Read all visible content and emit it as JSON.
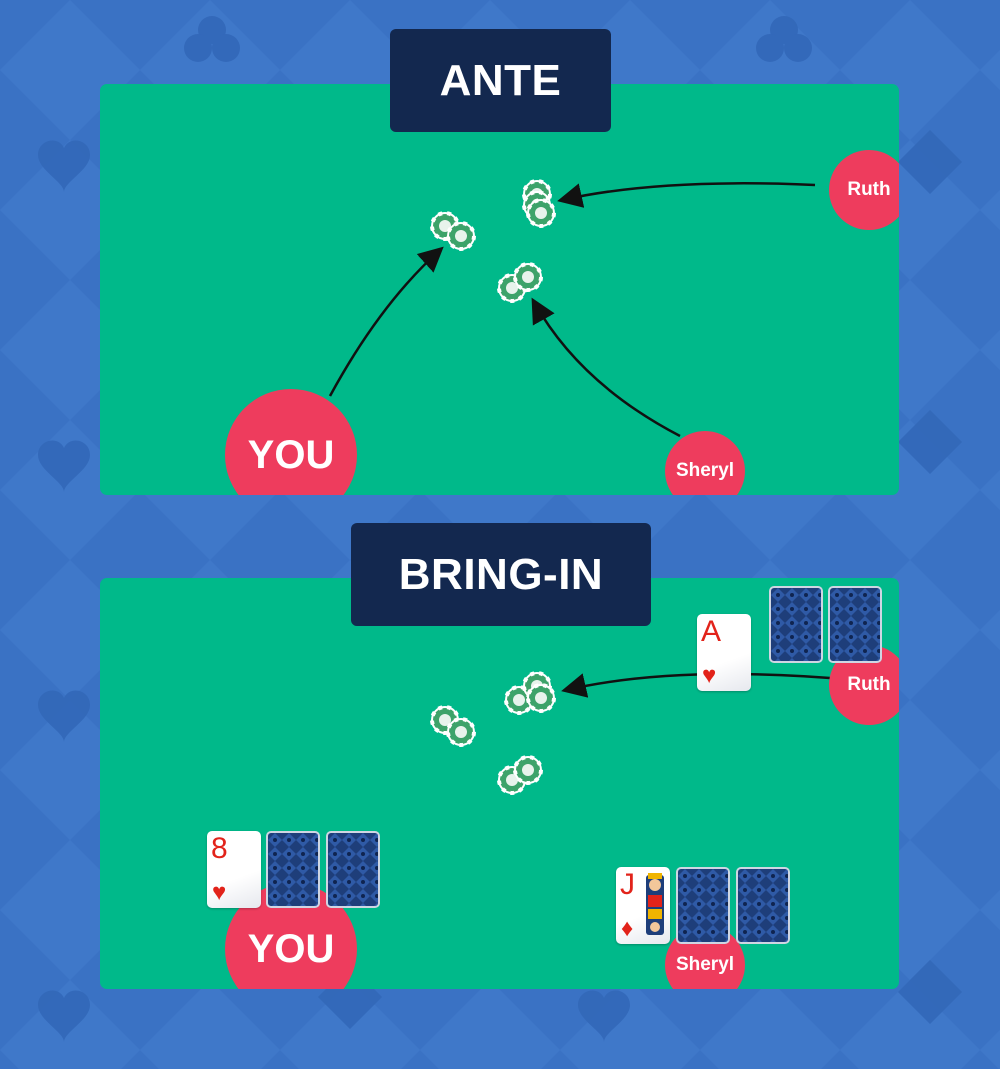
{
  "sections": {
    "ante": {
      "title": "ANTE",
      "players": {
        "you": "YOU",
        "ruth": "Ruth",
        "sheryl": "Sheryl"
      }
    },
    "bring_in": {
      "title": "BRING-IN",
      "players": {
        "you": "YOU",
        "ruth": "Ruth",
        "sheryl": "Sheryl"
      },
      "up_cards": {
        "you": {
          "rank": "8",
          "suit": "♥"
        },
        "ruth": {
          "rank": "A",
          "suit": "♥"
        },
        "sheryl": {
          "rank": "J",
          "suit": "♦"
        }
      }
    }
  },
  "colors": {
    "background": "#3a72c4",
    "table": "#00b98a",
    "title_box": "#13284f",
    "player": "#ee3c5d",
    "chip": "#3da36a",
    "card_red": "#e2231a",
    "card_back": "#1e3e7a"
  },
  "icons": [
    "heart-suit-icon",
    "club-suit-icon",
    "diamond-suit-icon",
    "poker-chip-icon",
    "arrow-icon",
    "card-back-pattern"
  ]
}
